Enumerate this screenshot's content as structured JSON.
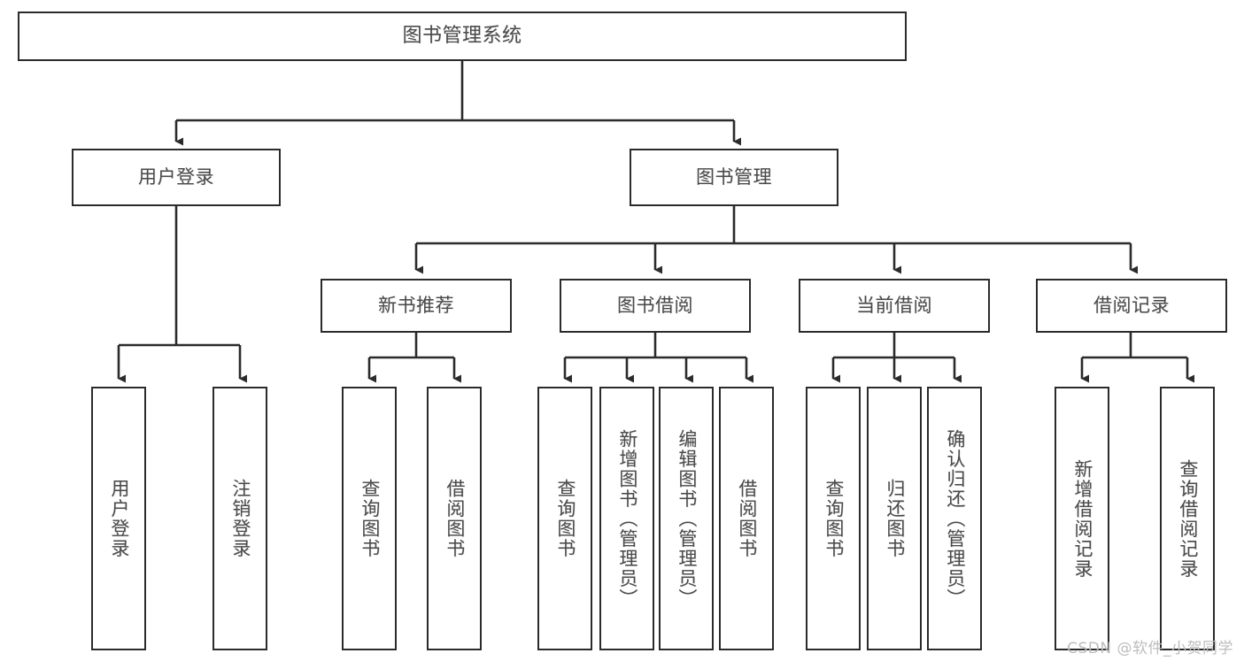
{
  "diagram": {
    "title": "图书管理系统",
    "type": "tree",
    "root": {
      "id": "root",
      "label": "图书管理系统"
    },
    "level2": [
      {
        "id": "user-login",
        "label": "用户登录"
      },
      {
        "id": "book-manage",
        "label": "图书管理"
      }
    ],
    "level3": [
      {
        "id": "new-book-recommend",
        "label": "新书推荐"
      },
      {
        "id": "book-borrow",
        "label": "图书借阅"
      },
      {
        "id": "current-borrow",
        "label": "当前借阅"
      },
      {
        "id": "borrow-record",
        "label": "借阅记录"
      }
    ],
    "leaves": [
      {
        "id": "leaf-user-login",
        "label": "用户登录",
        "parent": "user-login"
      },
      {
        "id": "leaf-user-logout",
        "label": "注销登录",
        "parent": "user-login"
      },
      {
        "id": "leaf-query-book-1",
        "label": "查询图书",
        "parent": "new-book-recommend"
      },
      {
        "id": "leaf-borrow-book-1",
        "label": "借阅图书",
        "parent": "new-book-recommend"
      },
      {
        "id": "leaf-query-book-2",
        "label": "查询图书",
        "parent": "book-borrow"
      },
      {
        "id": "leaf-add-book",
        "label": "新增图书（管理员）",
        "parent": "book-borrow"
      },
      {
        "id": "leaf-edit-book",
        "label": "编辑图书（管理员）",
        "parent": "book-borrow"
      },
      {
        "id": "leaf-borrow-book-2",
        "label": "借阅图书",
        "parent": "book-borrow"
      },
      {
        "id": "leaf-query-book-3",
        "label": "查询图书",
        "parent": "current-borrow"
      },
      {
        "id": "leaf-return-book",
        "label": "归还图书",
        "parent": "current-borrow"
      },
      {
        "id": "leaf-confirm-return",
        "label": "确认归还（管理员）",
        "parent": "current-borrow"
      },
      {
        "id": "leaf-add-record",
        "label": "新增借阅记录",
        "parent": "borrow-record"
      },
      {
        "id": "leaf-query-record",
        "label": "查询借阅记录",
        "parent": "borrow-record"
      }
    ],
    "watermark": "CSDN @软件_小贺同学",
    "colors": {
      "box_border": "#2b2b2b",
      "box_fill": "#ffffff",
      "text": "#4a4a4a",
      "connector": "#2b2b2b",
      "watermark": "#bdbdbd"
    }
  }
}
